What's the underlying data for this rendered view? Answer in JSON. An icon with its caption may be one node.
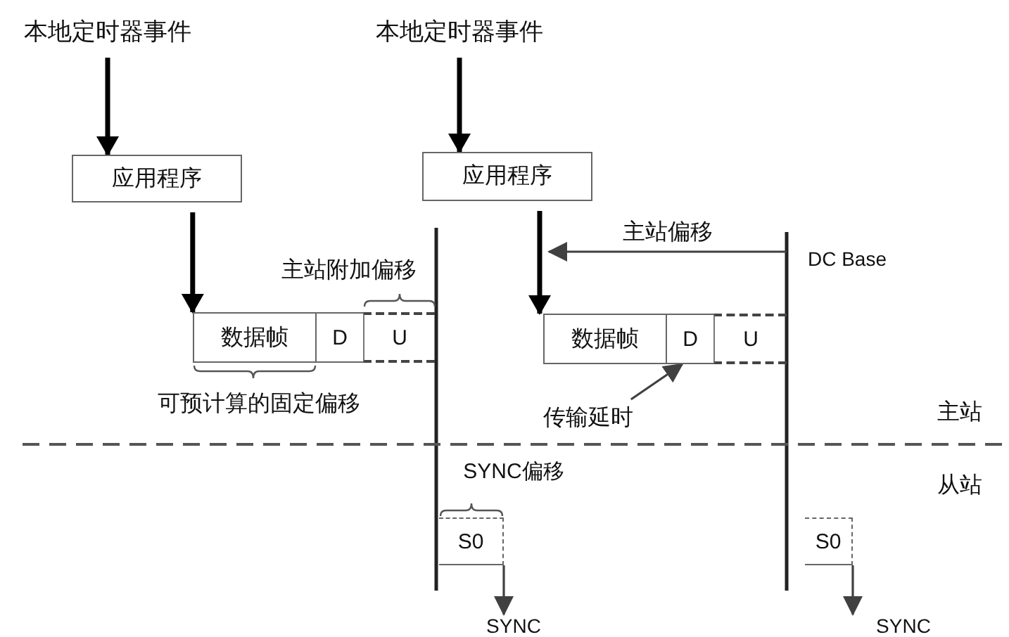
{
  "diagram": {
    "nodes": [
      {
        "text": [
          "本地定时器事件"
        ]
      },
      {
        "text": [
          "应用程序"
        ]
      },
      {
        "text": [
          "数据帧"
        ]
      },
      {
        "text": [
          "D"
        ]
      },
      {
        "text": [
          "U"
        ]
      },
      {
        "text": [
          "本地定时器事件"
        ]
      },
      {
        "text": [
          "应用程序"
        ]
      },
      {
        "text": [
          "数据帧"
        ]
      },
      {
        "text": [
          "D"
        ]
      },
      {
        "text": [
          "U"
        ]
      },
      {
        "text": [
          "S0"
        ]
      },
      {
        "text": [
          "SYNC"
        ]
      },
      {
        "text": [
          "S0"
        ]
      },
      {
        "text": [
          "SYNC"
        ]
      },
      {
        "text": [
          "DC Base"
        ]
      },
      {
        "text": [
          "传输延时"
        ]
      }
    ],
    "edges": [
      {
        "from": 0,
        "to": 1,
        "arrow": "to",
        "style": "thick"
      },
      {
        "from": 1,
        "to": 2,
        "arrow": "to",
        "style": "thick"
      },
      {
        "from": 5,
        "to": 6,
        "arrow": "to",
        "style": "thick"
      },
      {
        "from": 6,
        "to": 7,
        "arrow": "to",
        "style": "thick"
      },
      {
        "from": 14,
        "to": null,
        "arrow": "to",
        "label": "主站偏移"
      },
      {
        "from": 15,
        "to": 8,
        "arrow": "to"
      },
      {
        "from": 10,
        "to": 11,
        "arrow": "to"
      },
      {
        "from": 12,
        "to": 13,
        "arrow": "to"
      }
    ],
    "labels": [
      "主站附加偏移",
      "可预计算的固定偏移",
      "主站",
      "SYNC偏移",
      "从站"
    ]
  }
}
